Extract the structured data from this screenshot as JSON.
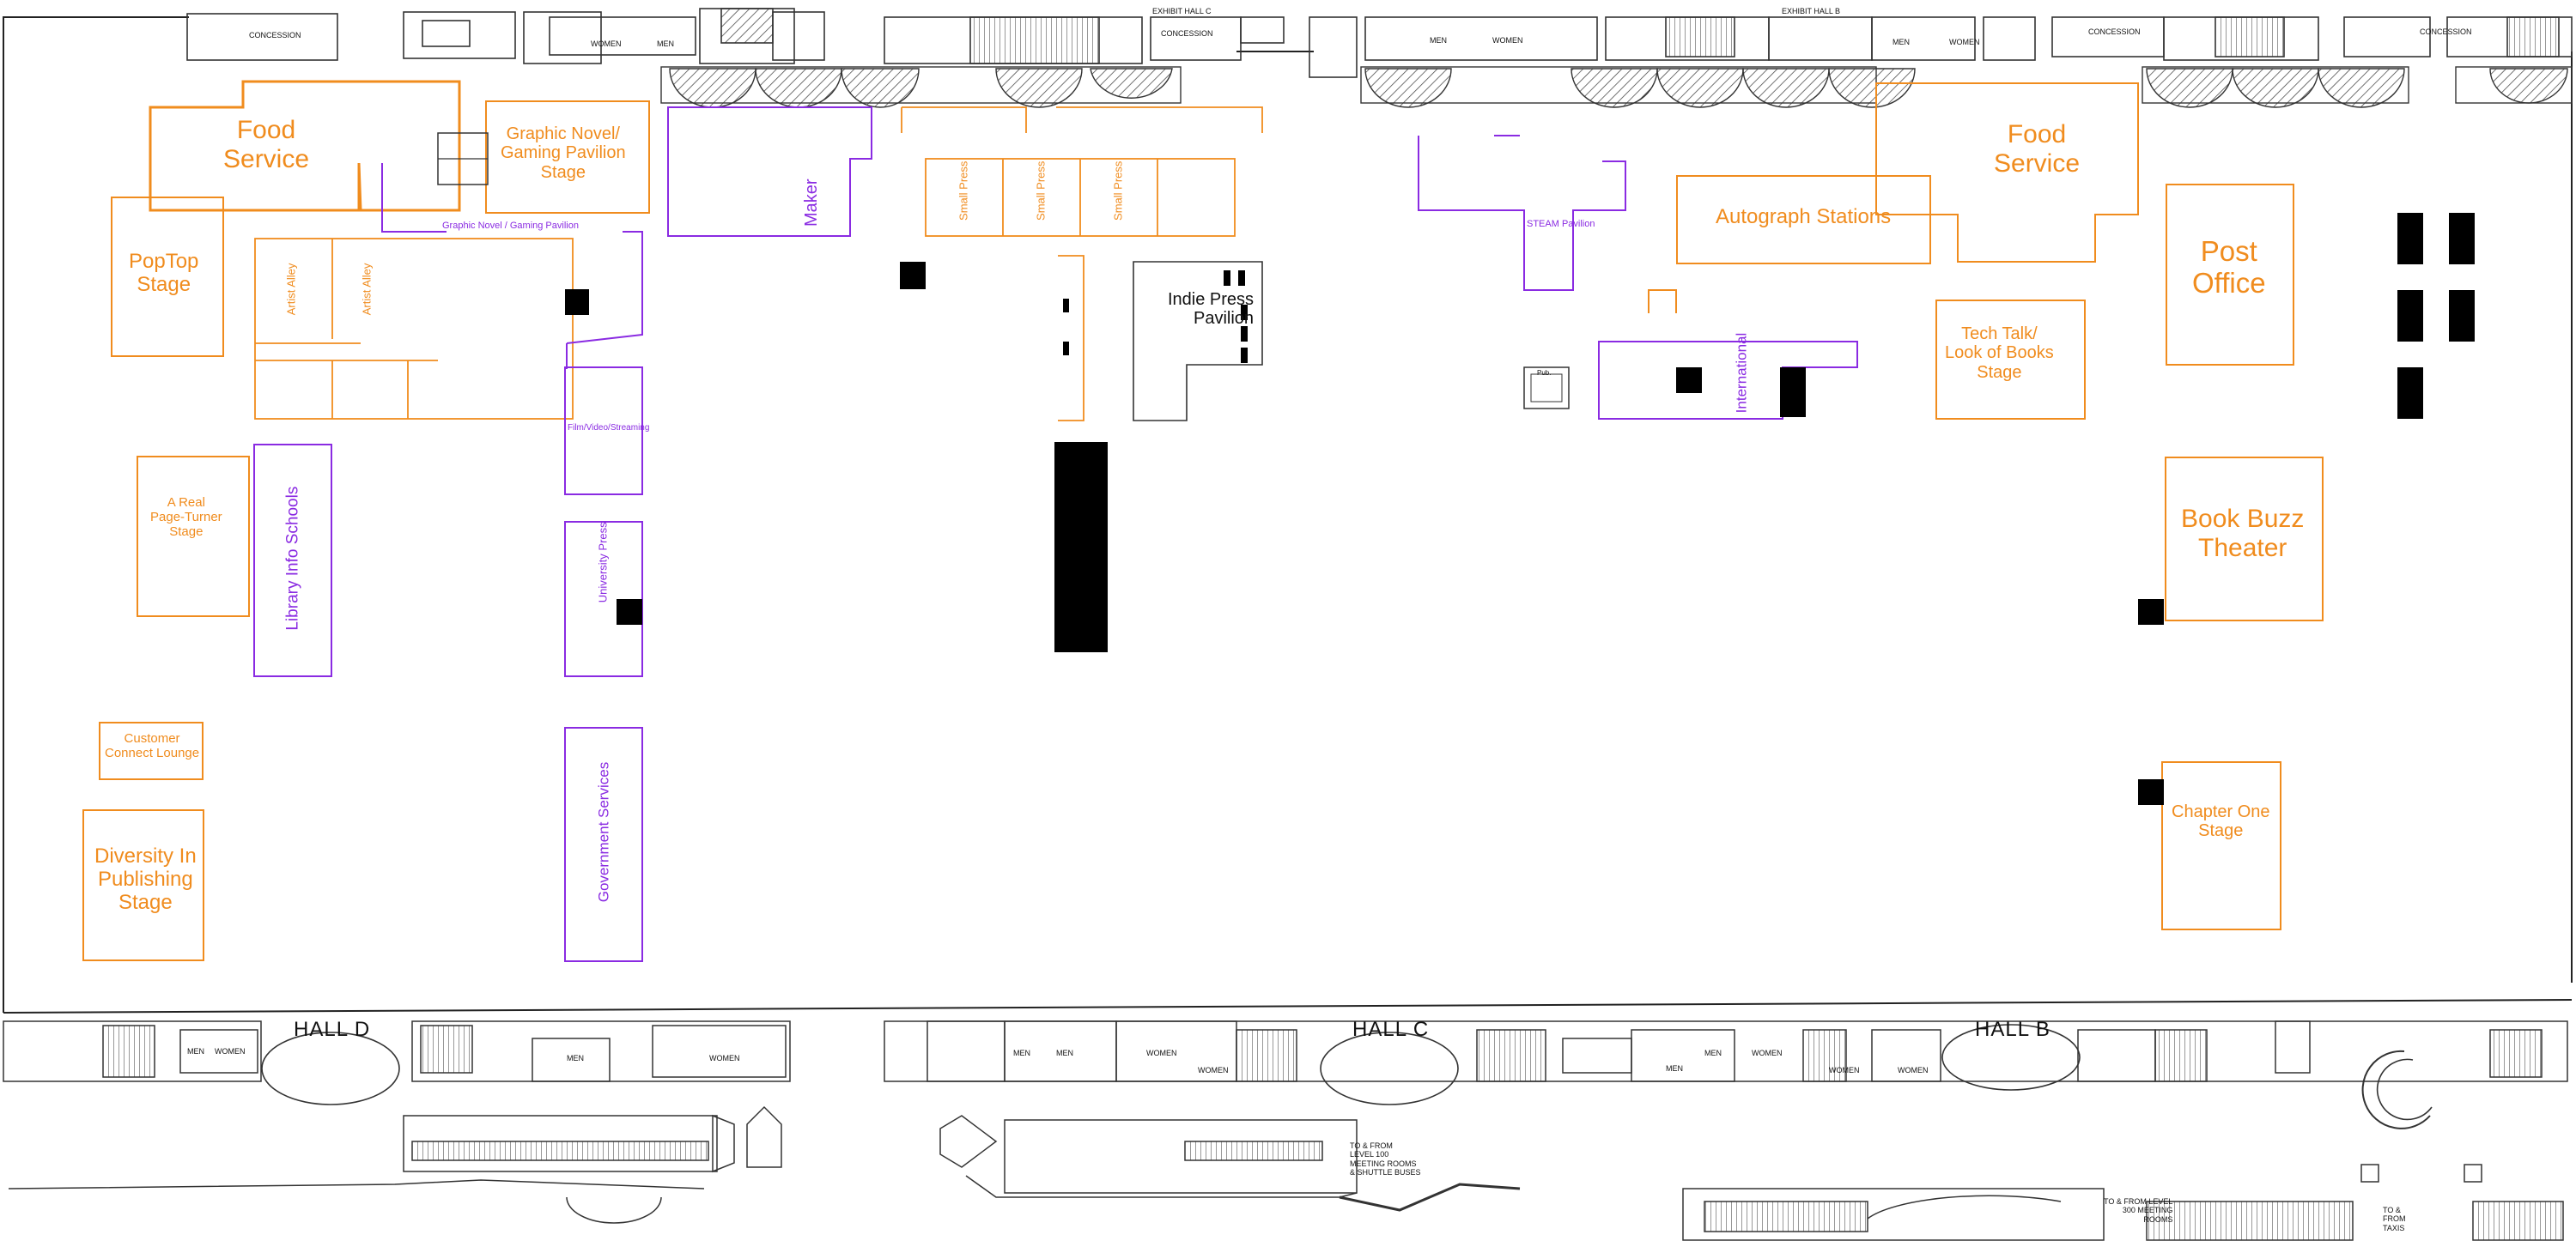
{
  "colors": {
    "stage": "#f08c1e",
    "pavilion": "#8a2be2",
    "structure": "#222222",
    "block": "#000000"
  },
  "stages": {
    "food_service_left": "Food\nService",
    "graphic_novel": "Graphic Novel/\nGaming Pavilion\nStage",
    "poptop": "PopTop\nStage",
    "page_turner": "A Real\nPage-Turner\nStage",
    "customer_connect": "Customer\nConnect Lounge",
    "diversity": "Diversity In\nPublishing\nStage",
    "food_service_right": "Food\nService",
    "autograph": "Autograph Stations",
    "post_office": "Post\nOffice",
    "tech_talk": "Tech Talk/\nLook of Books\nStage",
    "book_buzz": "Book Buzz\nTheater",
    "chapter_one": "Chapter One\nStage",
    "indie_press": "Indie Press\nPavilion"
  },
  "pavilions": {
    "graphic_novel_small": "Graphic Novel / Gaming Pavilion",
    "maker": "Maker",
    "artist_alley_1": "Artist Alley",
    "artist_alley_2": "Artist Alley",
    "small_press_1": "Small Press",
    "small_press_2": "Small Press",
    "small_press_3": "Small Press",
    "library_info": "Library Info Schools",
    "film_video": "Film/Video/Streaming",
    "university_press": "University Press",
    "government": "Government Services",
    "steam": "STEAM Pavilion",
    "international": "International"
  },
  "halls": {
    "d": "HALL D",
    "c": "HALL C",
    "b": "HALL B"
  },
  "top_labels": {
    "concession_1": "CONCESSION",
    "concession_2": "CONCESSION",
    "concession_3": "CONCESSION",
    "concession_4": "CONCESSION",
    "exhibit_c": "EXHIBIT HALL C",
    "exhibit_b": "EXHIBIT HALL B",
    "men_1": "MEN",
    "women_1": "WOMEN",
    "men_2": "MEN",
    "women_2": "WOMEN",
    "men_3": "MEN",
    "women_3": "WOMEN"
  },
  "bottom_labels": {
    "men_a": "MEN",
    "women_a": "WOMEN",
    "men_b": "MEN",
    "women_b": "WOMEN",
    "men_c": "MEN",
    "men_d": "MEN",
    "women_c": "WOMEN",
    "women_d": "WOMEN",
    "men_e": "MEN",
    "women_e": "WOMEN",
    "men_f": "MEN",
    "women_f": "WOMEN",
    "women_g": "WOMEN",
    "level100": "TO & FROM\nLEVEL 100\nMEETING ROOMS\n& SHUTTLE BUSES",
    "level300": "TO & FROM LEVEL\n300 MEETING\nROOMS",
    "taxis": "TO &\nFROM\nTAXIS",
    "pub": "Pub."
  }
}
